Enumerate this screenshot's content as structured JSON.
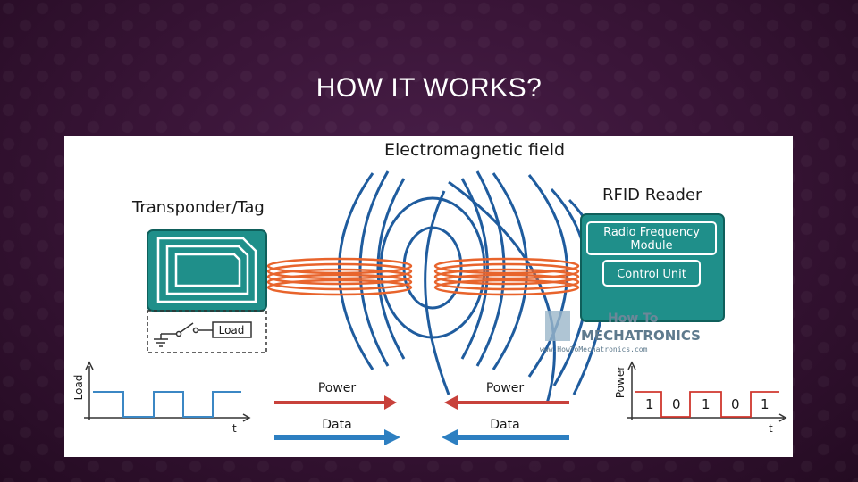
{
  "slide": {
    "title": "HOW IT WORKS?"
  },
  "diagram": {
    "field_label": "Electromagnetic field",
    "tag_label": "Transponder/Tag",
    "reader_label": "RFID Reader",
    "rf_module_line1": "Radio Frequency",
    "rf_module_line2": "Module",
    "control_unit": "Control Unit",
    "load_box": "Load",
    "load_axis": "Load",
    "power_axis": "Power",
    "time_axis_left": "t",
    "time_axis_right": "t",
    "power_arrow_left": "Power",
    "data_arrow_left": "Data",
    "power_arrow_right": "Power",
    "data_arrow_right": "Data",
    "bits": [
      "1",
      "0",
      "1",
      "0",
      "1"
    ],
    "watermark_line1": "How To",
    "watermark_line2": "MECHATRONICS",
    "watermark_url": "www.HowToMechatronics.com"
  },
  "colors": {
    "teal": "#1f8f8a",
    "teal_dark": "#147a75",
    "coil": "#e8642c",
    "field": "#1f5c9e",
    "power_arrow": "#c8413b",
    "data_arrow": "#2d7fc1",
    "square_wave": "#3b87c4",
    "bit_wave": "#d0372e"
  }
}
